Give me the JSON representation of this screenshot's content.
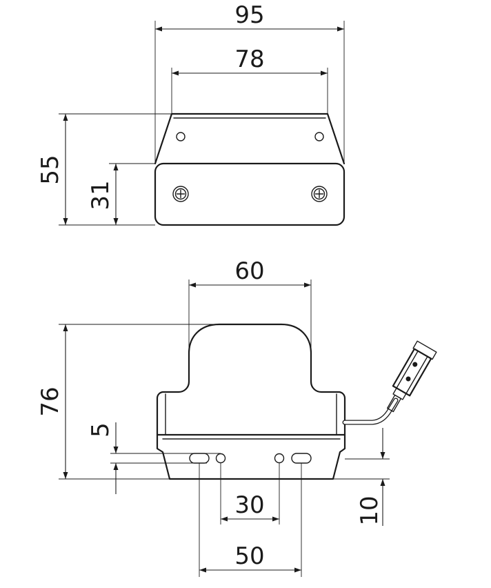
{
  "dimensions": {
    "top_width": "95",
    "top_inner_width": "78",
    "top_height": "55",
    "top_lower_height": "31",
    "bottom_dome_width": "60",
    "bottom_height": "76",
    "bottom_offset_small": "5",
    "bottom_hole_spacing": "30",
    "bottom_slot_spacing": "50",
    "bottom_cable_offset": "10"
  }
}
